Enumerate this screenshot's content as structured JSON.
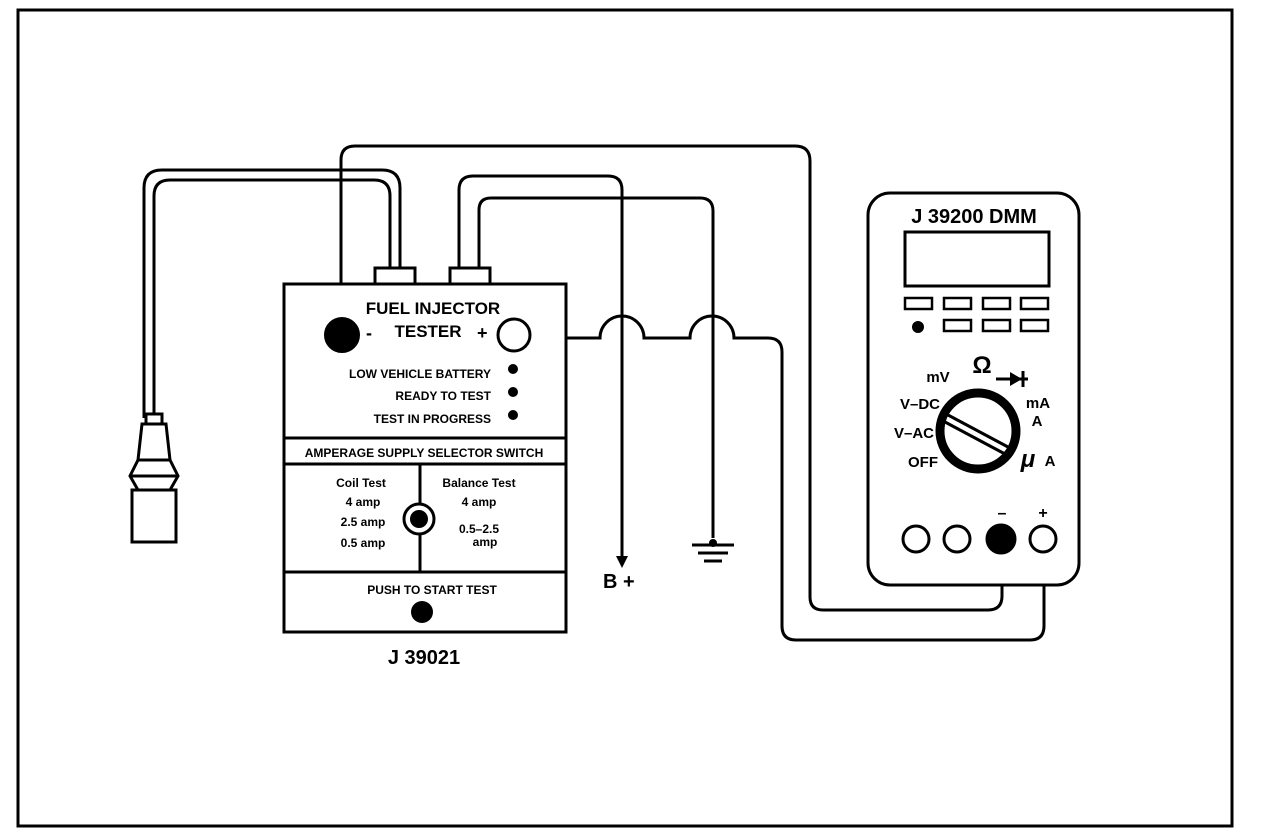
{
  "tester": {
    "title_line1": "FUEL INJECTOR",
    "title_line2": "TESTER",
    "minus": "-",
    "plus": "+",
    "indicators": [
      "LOW VEHICLE BATTERY",
      "READY TO TEST",
      "TEST IN PROGRESS"
    ],
    "selector_header": "AMPERAGE SUPPLY SELECTOR SWITCH",
    "coil_title": "Coil Test",
    "coil_options": [
      "4 amp",
      "2.5 amp",
      "0.5 amp"
    ],
    "balance_title": "Balance Test",
    "balance_option1": "4 amp",
    "balance_option2_line1": "0.5–2.5",
    "balance_option2_line2": "amp",
    "push_label": "PUSH TO START TEST",
    "model": "J 39021"
  },
  "dmm": {
    "title": "J 39200 DMM",
    "dial": {
      "mv": "mV",
      "ohm": "Ω",
      "vdc": "V–DC",
      "vac": "V–AC",
      "off": "OFF",
      "ma": "mA",
      "a": "A",
      "mu": "μ",
      "ua": "A"
    },
    "jack_minus": "–",
    "jack_plus": "+"
  },
  "wiring": {
    "b_plus": "B +"
  }
}
